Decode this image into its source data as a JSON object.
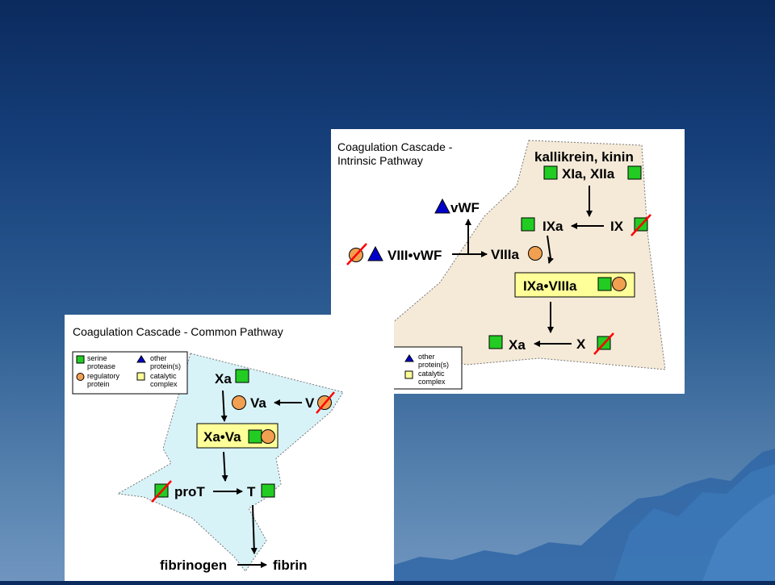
{
  "background": {
    "colors": {
      "sky_top": "#0b2a5e",
      "sky_bottom": "#6f95bf",
      "iceberg": "#2f66a6"
    }
  },
  "colors": {
    "serine_protease": "#22cc22",
    "regulatory_protein": "#f0a050",
    "other_protein": "#0000cc",
    "catalytic_complex": "#ffff99",
    "intrinsic_fill": "#f5ead8",
    "common_fill": "#d8f3f8",
    "inhibit_slash": "#ff0000"
  },
  "intrinsic": {
    "title_line1": "Coagulation Cascade -",
    "title_line2": "Intrinsic Pathway",
    "kallikrein": "kallikrein, kinin",
    "xia_xiia": "XIa, XIIa",
    "vwf": "vWF",
    "ixa": "IXa",
    "ix": "IX",
    "viii_vwf": "VIII•vWF",
    "viiia": "VIIIa",
    "complex": "IXa•VIIIa",
    "xa": "Xa",
    "x": "X",
    "legend": {
      "other_line1": "other",
      "other_line2": "protein(s)",
      "catalytic_line1": "catalytic",
      "catalytic_line2": "complex"
    }
  },
  "common": {
    "title": "Coagulation Cascade - Common Pathway",
    "xa": "Xa",
    "va": "Va",
    "v": "V",
    "complex": "Xa•Va",
    "prot": "proT",
    "t": "T",
    "fibrinogen": "fibrinogen",
    "fibrin": "fibrin",
    "legend": {
      "serine_line1": "serine",
      "serine_line2": "protease",
      "regulatory_line1": "regulatory",
      "regulatory_line2": "protein",
      "other_line1": "other",
      "other_line2": "protein(s)",
      "catalytic_line1": "catalytic",
      "catalytic_line2": "complex"
    }
  }
}
